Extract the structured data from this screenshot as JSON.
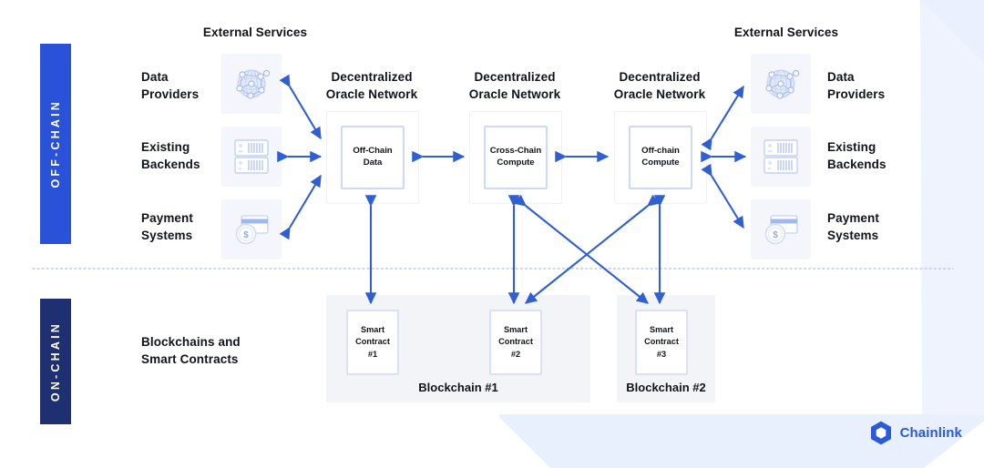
{
  "theme": {
    "arrow_color": "#2f5fd0",
    "offchain_badge_color": "#2a52d8",
    "onchain_badge_color": "#1e2f72",
    "tile_bg": "#f4f6fc",
    "chain_bg": "#f2f4f8",
    "inner_border": "#ccd9f7",
    "brand_color": "#2a5ada",
    "divider_color": "#b9c8ef",
    "page_bg": "#ffffff"
  },
  "layers": {
    "offchain_label": "OFF-CHAIN",
    "onchain_label": "ON-CHAIN"
  },
  "headings": {
    "external_services_left": "External Services",
    "external_services_right": "External Services",
    "don_1": "Decentralized\nOracle Network",
    "don_2": "Decentralized\nOracle Network",
    "don_3": "Decentralized\nOracle Network",
    "onchain_group": "Blockchains and\nSmart Contracts"
  },
  "external_services_left": [
    {
      "label": "Data\nProviders",
      "icon": "globe-network-icon"
    },
    {
      "label": "Existing\nBackends",
      "icon": "server-rack-icon"
    },
    {
      "label": "Payment\nSystems",
      "icon": "credit-card-coin-icon"
    }
  ],
  "external_services_right": [
    {
      "label": "Data\nProviders",
      "icon": "globe-network-icon"
    },
    {
      "label": "Existing\nBackends",
      "icon": "server-rack-icon"
    },
    {
      "label": "Payment\nSystems",
      "icon": "credit-card-coin-icon"
    }
  ],
  "oracle_networks": [
    {
      "title": "Decentralized\nOracle Network",
      "service": "Off-Chain\nData"
    },
    {
      "title": "Decentralized\nOracle Network",
      "service": "Cross-Chain\nCompute"
    },
    {
      "title": "Decentralized\nOracle Network",
      "service": "Off-chain\nCompute"
    }
  ],
  "blockchains": [
    {
      "label": "Blockchain #1",
      "contracts": [
        "Smart\nContract\n#1",
        "Smart\nContract\n#2"
      ]
    },
    {
      "label": "Blockchain #2",
      "contracts": [
        "Smart\nContract\n#3"
      ]
    }
  ],
  "smart_contracts": [
    "Smart\nContract\n#1",
    "Smart\nContract\n#2",
    "Smart\nContract\n#3"
  ],
  "brand": {
    "name": "Chainlink",
    "logo": "chainlink-hexagon-logo"
  }
}
